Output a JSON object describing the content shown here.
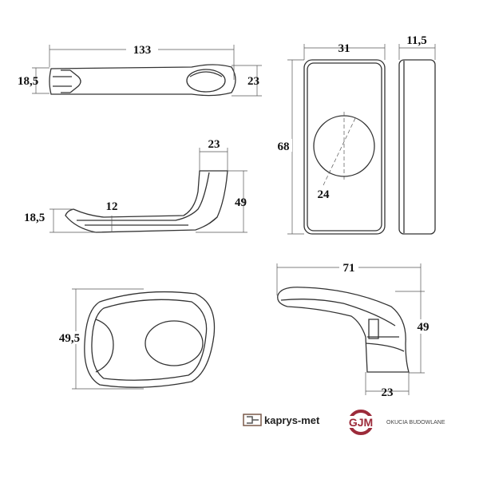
{
  "dimensions": {
    "top_view": {
      "length": "133",
      "end_height": "18,5",
      "rose_height": "23"
    },
    "side_view": {
      "neck_width": "23",
      "height": "49",
      "grip_height": "18,5",
      "thickness": "12"
    },
    "rosette_front": {
      "width": "31",
      "height": "68",
      "diameter": "24"
    },
    "rosette_side": {
      "depth": "11,5"
    },
    "end_view": {
      "height": "49,5"
    },
    "side_view_2": {
      "length": "71",
      "height": "49",
      "base_width": "23"
    }
  },
  "logos": {
    "kaprys": "kaprys-met",
    "gjm": "GJM",
    "gjm_tagline": "OKUCIA BUDOWLANE",
    "gjm_color": "#9c2b3a"
  }
}
